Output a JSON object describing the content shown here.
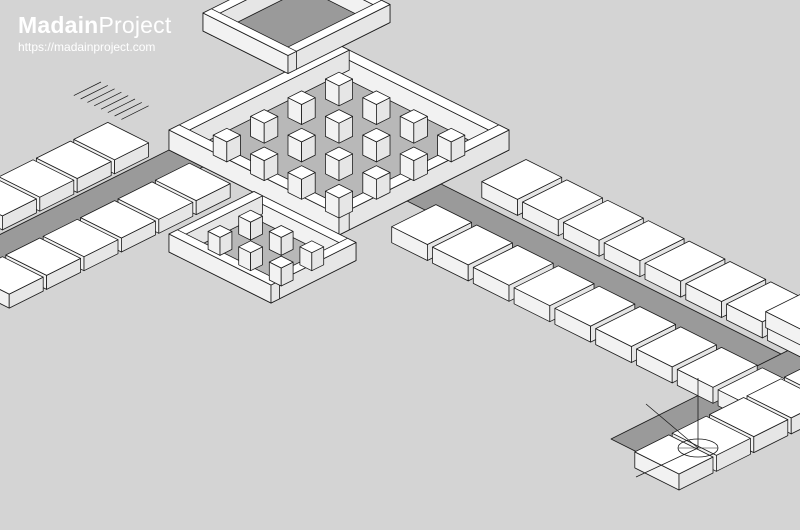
{
  "watermark": {
    "brand_bold": "Madain",
    "brand_light": "Project",
    "url": "https://madainproject.com"
  },
  "colors": {
    "background": "#d4d4d4",
    "wall_top": "#ffffff",
    "wall_left": "#f2f2f2",
    "wall_right": "#e6e6e6",
    "outline": "#1a1a1a",
    "floor_dark": "#9a9a9a",
    "floor_light": "#b8b8b8",
    "pillar": "#ffffff"
  },
  "icons": {
    "compass": "axis-compass-icon"
  }
}
